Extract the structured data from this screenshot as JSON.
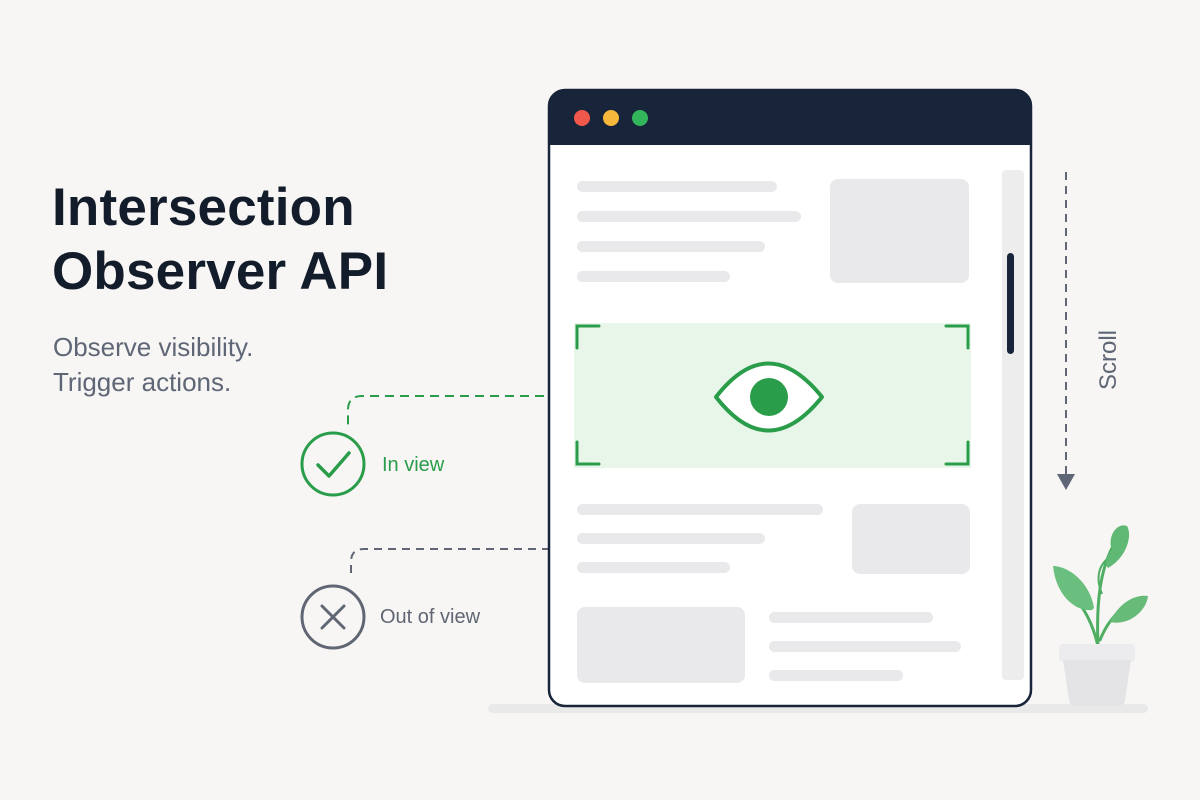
{
  "title": {
    "line1": "Intersection",
    "line2": "Observer API"
  },
  "subtitle": {
    "line1": "Observe visibility.",
    "line2": "Trigger actions."
  },
  "states": {
    "in_view": {
      "label": "In view",
      "icon": "check-circle-icon",
      "color": "#2a9d4a"
    },
    "out_of_view": {
      "label": "Out of view",
      "icon": "x-circle-icon",
      "color": "#606673"
    }
  },
  "scroll": {
    "label": "Scroll",
    "icon": "arrow-down-icon"
  },
  "browser": {
    "frame_color": "#17243a",
    "window_buttons": [
      {
        "name": "close",
        "color": "#f1574b"
      },
      {
        "name": "minimize",
        "color": "#f6b83b"
      },
      {
        "name": "maximize",
        "color": "#33b55b"
      }
    ],
    "observed_icon": "eye-icon"
  },
  "colors": {
    "accent": "#2a9d4a",
    "observed_bg": "#e8f5e9",
    "placeholder": "#e9e9eb"
  },
  "decor": {
    "plant_icon": "potted-plant-icon"
  }
}
